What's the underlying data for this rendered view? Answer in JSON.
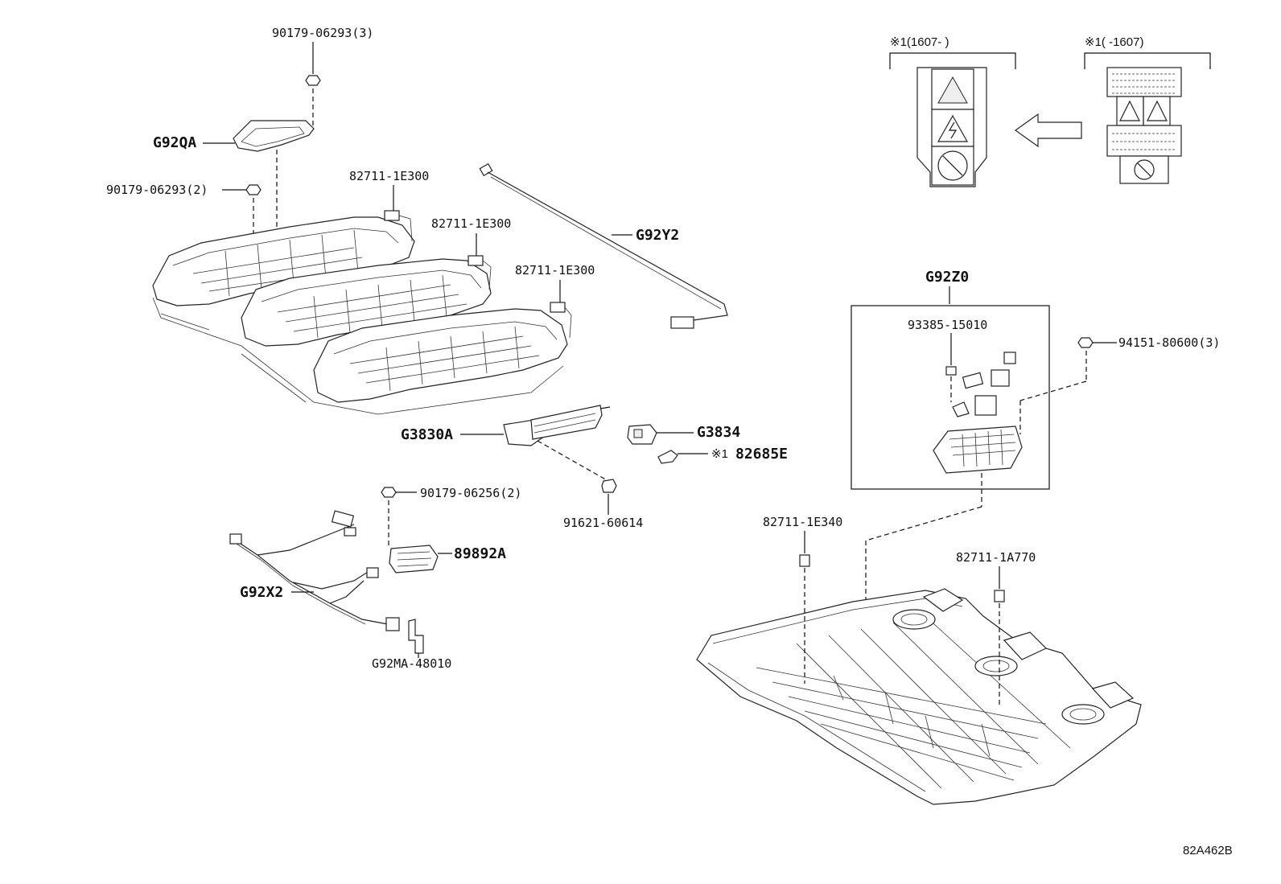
{
  "callouts": {
    "nut_top": "90179-06293(3)",
    "g92qa": "G92QA",
    "nut_left": "90179-06293(2)",
    "spacer_1": "82711-1E300",
    "spacer_2": "82711-1E300",
    "spacer_3": "82711-1E300",
    "g92y2": "G92Y2",
    "g3830a": "G3830A",
    "g3834": "G3834",
    "note_82685e_mark": "※1",
    "g82685e": "82685E",
    "bolt_91621": "91621-60614",
    "nut_90179_06256": "90179-06256(2)",
    "g89892a": "89892A",
    "g92x2": "G92X2",
    "g92ma": "G92MA-48010",
    "g92z0": "G92Z0",
    "screw_93385": "93385-15010",
    "nut_94151": "94151-80600(3)",
    "spacer_1e340": "82711-1E340",
    "spacer_1a770": "82711-1A770"
  },
  "label_variants": {
    "new": "※1(1607-    )",
    "old": "※1(     -1607)"
  },
  "figure_code": "82A462B",
  "icons": [
    "warning-triangle-icon",
    "high-voltage-icon",
    "no-touch-icon",
    "arrow-left-icon"
  ]
}
